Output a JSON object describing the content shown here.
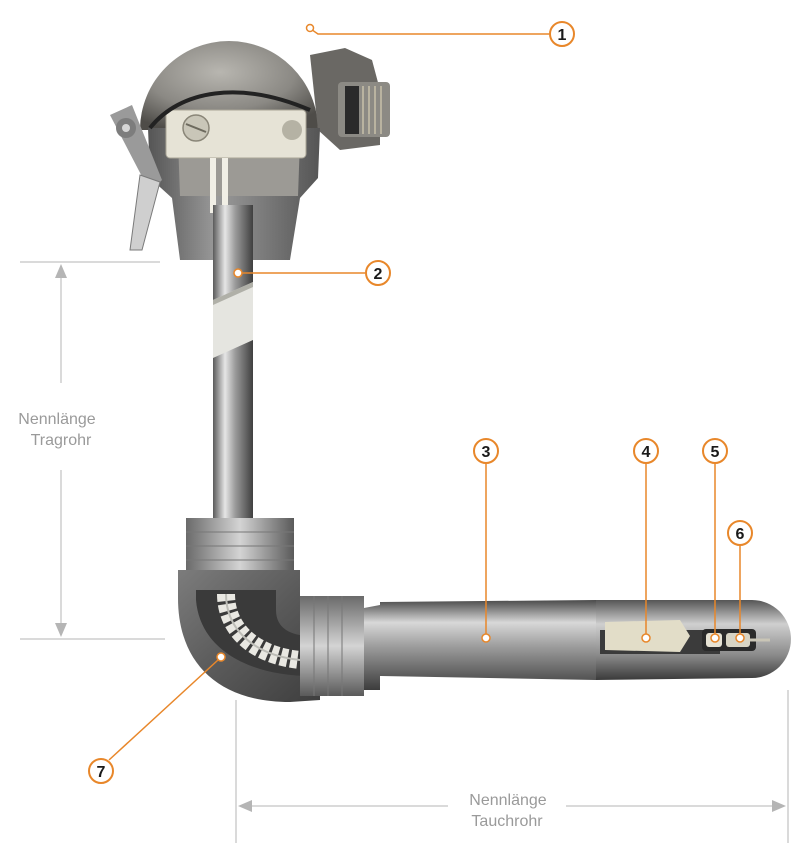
{
  "callouts": [
    {
      "number": "1"
    },
    {
      "number": "2"
    },
    {
      "number": "3"
    },
    {
      "number": "4"
    },
    {
      "number": "5"
    },
    {
      "number": "6"
    },
    {
      "number": "7"
    }
  ],
  "dimensions": {
    "support_tube": {
      "line1": "Nennlänge",
      "line2": "Tragrohr"
    },
    "immersion_tube": {
      "line1": "Nennlänge",
      "line2": "Tauchrohr"
    }
  },
  "colors": {
    "accent": "#e8872a",
    "dimension": "#b5b5b5"
  }
}
